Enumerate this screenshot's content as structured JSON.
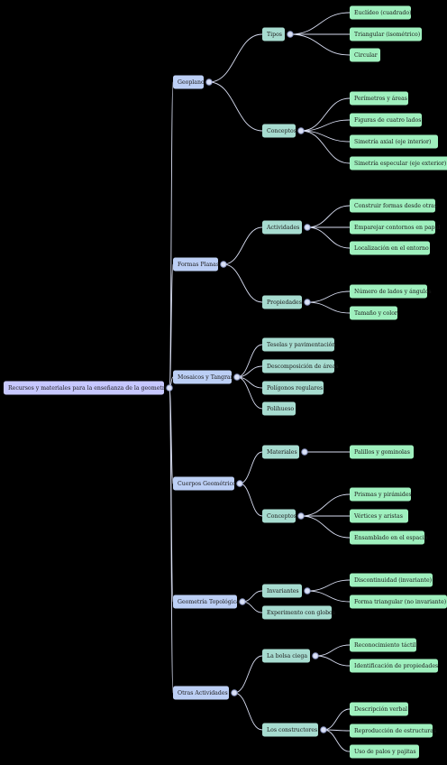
{
  "colors": {
    "background": "#000000",
    "root": "#c7c8ff",
    "level1": "#bccff5",
    "level2": "#a7dcd0",
    "level3": "#9ff0be",
    "edge": "#d7dcf0"
  },
  "root": {
    "label": "Recursos y materiales para la enseñanza de la geometría",
    "children": [
      {
        "label": "Geoplano",
        "children": [
          {
            "label": "Tipos",
            "children": [
              {
                "label": "Euclídeo (cuadrado)"
              },
              {
                "label": "Triangular (isométrico)"
              },
              {
                "label": "Circular"
              }
            ]
          },
          {
            "label": "Conceptos",
            "children": [
              {
                "label": "Perímetros y áreas"
              },
              {
                "label": "Figuras de cuatro lados"
              },
              {
                "label": "Simetría axial (eje interior)"
              },
              {
                "label": "Simetría especular (eje exterior)"
              }
            ]
          }
        ]
      },
      {
        "label": "Formas Planas",
        "children": [
          {
            "label": "Actividades",
            "children": [
              {
                "label": "Construir formas desde otras"
              },
              {
                "label": "Emparejar contornos en papel"
              },
              {
                "label": "Localización en el entorno"
              }
            ]
          },
          {
            "label": "Propiedades",
            "children": [
              {
                "label": "Número de lados y ángulos"
              },
              {
                "label": "Tamaño y color"
              }
            ]
          }
        ]
      },
      {
        "label": "Mosaicos y Tangram",
        "children": [
          {
            "label": "Teselas y pavimentación"
          },
          {
            "label": "Descomposición de áreas"
          },
          {
            "label": "Polígonos regulares"
          },
          {
            "label": "Polihueso"
          }
        ]
      },
      {
        "label": "Cuerpos Geométricos",
        "children": [
          {
            "label": "Materiales",
            "children": [
              {
                "label": "Palillos y gominolas"
              }
            ]
          },
          {
            "label": "Conceptos",
            "children": [
              {
                "label": "Prismas y pirámides"
              },
              {
                "label": "Vértices y aristas"
              },
              {
                "label": "Ensamblado en el espacio"
              }
            ]
          }
        ]
      },
      {
        "label": "Geometría Topológica",
        "children": [
          {
            "label": "Invariantes",
            "children": [
              {
                "label": "Discontinuidad (invariante)"
              },
              {
                "label": "Forma triangular (no invariante)"
              }
            ]
          },
          {
            "label": "Experimento con globos"
          }
        ]
      },
      {
        "label": "Otras Actividades",
        "children": [
          {
            "label": "La bolsa ciega",
            "children": [
              {
                "label": "Reconocimiento táctil"
              },
              {
                "label": "Identificación de propiedades"
              }
            ]
          },
          {
            "label": "Los constructores",
            "children": [
              {
                "label": "Descripción verbal"
              },
              {
                "label": "Reproducción de estructuras"
              },
              {
                "label": "Uso de palos y pajitas"
              }
            ]
          }
        ]
      }
    ]
  }
}
